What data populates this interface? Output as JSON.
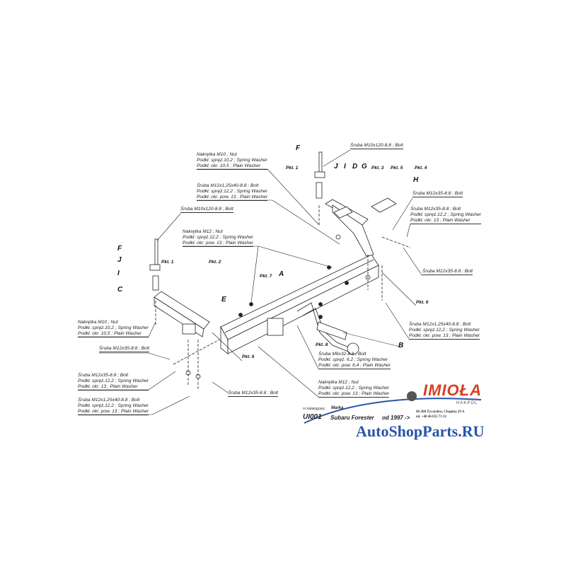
{
  "letters": {
    "F_top": "F",
    "J_top": "J",
    "I_top": "I",
    "D": "D",
    "G": "G",
    "H": "H",
    "F_left": "F",
    "J_left": "J",
    "I_left": "I",
    "C": "C",
    "E": "E",
    "A": "A",
    "B": "B"
  },
  "points": {
    "pkt1_top": "Pkt. 1",
    "pkt3": "Pkt. 3",
    "pkt5": "Pkt. 5",
    "pkt4": "Pkt. 4",
    "pkt1_left": "Pkt. 1",
    "pkt2": "Pkt. 2",
    "pkt7": "Pkt. 7",
    "pkt8": "Pkt. 8",
    "pkt6_right": "Pkt. 6",
    "pkt6_left": "Pkt. 6"
  },
  "labels": {
    "bolt_m10_top": [
      "Śruba M10x120-8.8 ;  Bolt"
    ],
    "nut_m10_top": [
      "Nakrętka  M10 ; Nut",
      "Podkł. spręż.10,2 ; Spring Washer",
      "Podkł. okr. 10,5 ; Plain Washer"
    ],
    "bolt_m12x40_top": [
      "Śruba M12x1,25x40-8.8 ;  Bolt",
      "Podkł. spręż.12,2 ; Spring Washer",
      "Podkł. okr. pow. 13 ; Plain Washer"
    ],
    "bolt_m10_left": [
      "Śruba M10x120-8.8 ;  Bolt"
    ],
    "nut_m12_top": [
      "Nakrętka  M12 ; Nut",
      "Podkł. spręż.12,2 ; Spring Washer",
      "Podkł. okr. pow. 13 ; Plain Washer"
    ],
    "bolt_m12x35_r1": [
      "Śruba M12x35-8.8 ;  Bolt"
    ],
    "bolt_m12x35_r2": [
      "Śruba M12x35-8.8 ;  Bolt",
      "Podkł. spręż.12,2 ; Spring Washer",
      "Podkł. okr. 13 ; Plain Washer"
    ],
    "bolt_m12x35_r3": [
      "Śruba M12x35-8.8 ;  Bolt"
    ],
    "bolt_m12x40_right": [
      "Śruba M12x1,25x40-8.8 ;  Bolt",
      "Podkł. spręż.12,2 ; Spring Washer",
      "Podkł. okr. pow. 13 ; Plain Washer"
    ],
    "nut_m10_left": [
      "Nakrętka  M10 ; Nut",
      "Podkł. spręż.10,2 ; Spring Washer",
      "Podkł. okr. 10,5 ; Plain Washer"
    ],
    "bolt_m12x35_l1": [
      "Śruba M12x35-8.8 ;  Bolt"
    ],
    "bolt_m12x35_l2": [
      "Śruba M12x35-8.8 ;  Bolt",
      "Podkł. spręż.12,2 ; Spring Washer",
      "Podkł. okr. 13 ; Plain Washer"
    ],
    "bolt_m12x40_left": [
      "Śruba M12x1,25x40-8.8 ;  Bolt",
      "Podkł. spręż.12,2 ; Spring Washer",
      "Podkł. okr. pow. 13 ; Plain Washer"
    ],
    "bolt_m12x35_bottom": [
      "Śruba M12x35-8.8 ;  Bolt"
    ],
    "bolt_m6": [
      "Śruba M6x32-8.8 ;  Bolt",
      "Podkł. spręż. 6,2 ; Spring Washer",
      "Podkł. okr. pow. 6,4 ; Plain Washer"
    ],
    "nut_m12_bottom": [
      "Nakrętka  M12 ; Nut",
      "Podkł. spręż.12,2 ; Spring Washer",
      "Podkł. okr. pow. 13 ; Plain Washer"
    ]
  },
  "footer": {
    "catalog_label": "nr katalogowy",
    "make_label": "Marka",
    "code": "UI001",
    "make": "Subaru Forester",
    "year": "od 1997 ->",
    "logo": "IMIOŁA",
    "logo_sub": "HAKPOL",
    "address": "96-300 Żyrardów, Chopina 29 A",
    "phone": "tel. +48 46 855 73 31",
    "watermark": "AutoShopParts.RU"
  },
  "colors": {
    "logo": "#d8401e",
    "watermark": "#2a55a8",
    "line": "#222222"
  }
}
